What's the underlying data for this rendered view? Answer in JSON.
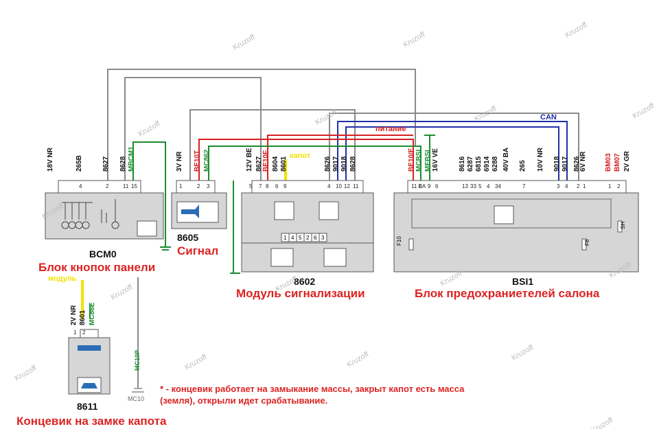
{
  "watermark": "Kruzoff",
  "units": {
    "bcm": {
      "code": "BCM0",
      "title": "Блок кнопок панели",
      "pins": [
        {
          "label": "18V NR",
          "num": ""
        },
        {
          "label": "265B",
          "num": "4"
        },
        {
          "label": "8627",
          "num": "2"
        },
        {
          "label": "8628",
          "num": "11"
        },
        {
          "label": "MBCM1",
          "num": "15"
        }
      ]
    },
    "horn": {
      "code": "8605",
      "title": "Сигнал",
      "pins": [
        {
          "label": "3V NR",
          "num": "1"
        },
        {
          "label": "BE10T",
          "num": "2"
        },
        {
          "label": "MC862",
          "num": "3"
        }
      ]
    },
    "alarm": {
      "code": "8602",
      "title": "Модуль сигнализации",
      "pins": [
        {
          "label": "12V BE",
          "num": "5"
        },
        {
          "label": "8627",
          "num": "7"
        },
        {
          "label": "BE10F",
          "num": "8"
        },
        {
          "label": "8604",
          "num": "6"
        },
        {
          "label": "8601",
          "num": "9"
        },
        {
          "label": "8626",
          "num": "4"
        },
        {
          "label": "9017",
          "num": "10"
        },
        {
          "label": "9018",
          "num": "12"
        },
        {
          "label": "8628",
          "num": "11"
        }
      ],
      "terminals": [
        "1",
        "4",
        "5",
        "2",
        "6",
        "3"
      ]
    },
    "bsi": {
      "code": "BSI1",
      "title": "Блок предохраниетелей салона",
      "pins": [
        {
          "label": "BE10/E",
          "num": "11 BA"
        },
        {
          "label": "MCBSI",
          "num": "8"
        },
        {
          "label": "MEBSI",
          "num": "9"
        },
        {
          "label": "16V VE",
          "num": "6"
        },
        {
          "label": "8616",
          "num": "13"
        },
        {
          "label": "6287",
          "num": "33"
        },
        {
          "label": "6815",
          "num": "5"
        },
        {
          "label": "6914",
          "num": "4"
        },
        {
          "label": "6288",
          "num": "34"
        },
        {
          "label": "40V BA",
          "num": ""
        },
        {
          "label": "265",
          "num": "7"
        },
        {
          "label": "10V NR",
          "num": ""
        },
        {
          "label": "9018",
          "num": "3"
        },
        {
          "label": "9017",
          "num": "4"
        },
        {
          "label": "8626",
          "num": "2"
        },
        {
          "label": "6V NR",
          "num": "1"
        },
        {
          "label": "BM03",
          "num": "1"
        },
        {
          "label": "BM07",
          "num": "2"
        },
        {
          "label": "2V GR",
          "num": ""
        }
      ],
      "fuses": [
        "F10",
        "F8",
        "SH"
      ]
    },
    "switch": {
      "code": "8611",
      "title": "Концевик на замке капота",
      "pins": [
        {
          "label": "2V NR",
          "num": "1"
        },
        {
          "label": "8601",
          "num": "2"
        },
        {
          "label": "MC86E",
          "num": ""
        }
      ]
    }
  },
  "wire_labels": {
    "can": "CAN",
    "power": "питание",
    "hood": "капот",
    "module": "модуль",
    "ground_pin": "MC10P",
    "ground_code": "MC10"
  },
  "note": "* - концевик работает на замыкание массы, закрыт капот есть масса (земля), открыли идет срабатывание.",
  "colors": {
    "gray_wire": "#8a8a8a",
    "red_wire": "#d62020",
    "green_wire": "#1a8c2e",
    "blue_wire": "#1f2fa8",
    "yellow_wire": "#f2e200",
    "title": "#d22222",
    "box_fill": "#d6d6d6"
  }
}
